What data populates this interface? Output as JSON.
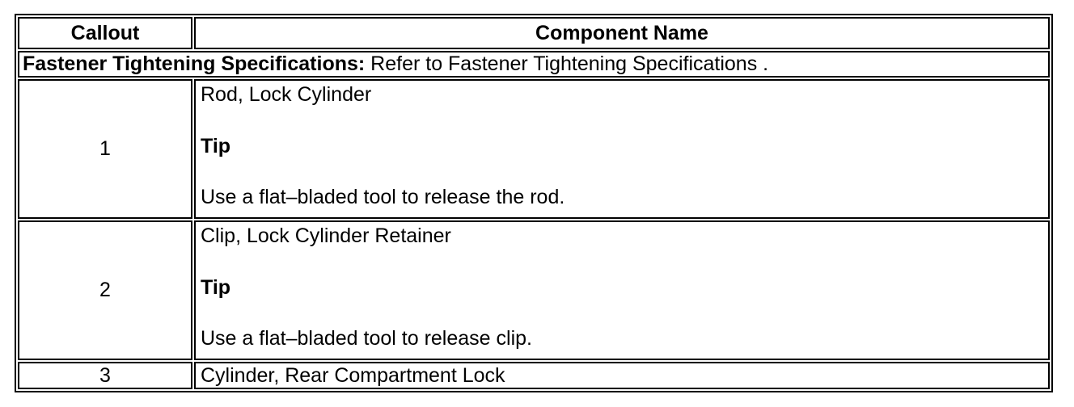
{
  "colors": {
    "border": "#000000",
    "background": "#ffffff",
    "text": "#000000"
  },
  "table": {
    "headers": {
      "callout": "Callout",
      "component": "Component Name"
    },
    "note": {
      "bold_label": "Fastener Tightening Specifications:",
      "text": " Refer to Fastener Tightening Specifications ."
    },
    "rows": [
      {
        "callout": "1",
        "name": "Rod, Lock Cylinder",
        "tip_label": "Tip",
        "tip_text": "Use a flat–bladed tool to release the rod."
      },
      {
        "callout": "2",
        "name": "Clip, Lock Cylinder Retainer",
        "tip_label": "Tip",
        "tip_text": "Use a flat–bladed tool to release clip."
      },
      {
        "callout": "3",
        "name": "Cylinder, Rear Compartment Lock"
      }
    ]
  }
}
